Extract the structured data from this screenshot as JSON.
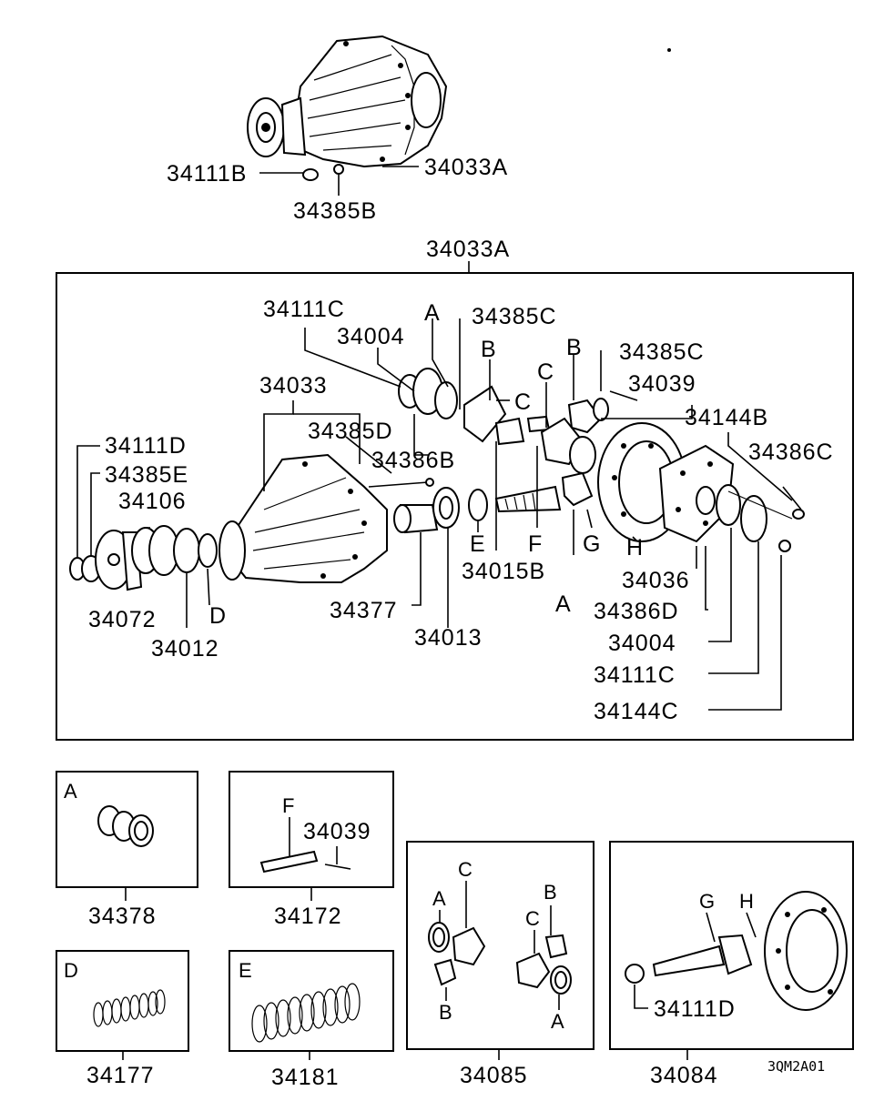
{
  "diagram_code": "3QM2A01",
  "top_assembly": {
    "labels": [
      "34111B",
      "34385B",
      "34033A"
    ]
  },
  "main_frame": {
    "title": "34033A",
    "labels": {
      "p34111C_top": "34111C",
      "p34004_top": "34004",
      "A_top": "A",
      "p34385C_a": "34385C",
      "B_1": "B",
      "C_1": "C",
      "C_2": "C",
      "B_2": "B",
      "p34385C_b": "34385C",
      "p34039": "34039",
      "p34033": "34033",
      "p34385D": "34385D",
      "p34386B": "34386B",
      "p34144B": "34144B",
      "p34386C": "34386C",
      "p34111D": "34111D",
      "p34385E": "34385E",
      "p34106": "34106",
      "p34072": "34072",
      "D": "D",
      "p34012": "34012",
      "p34377": "34377",
      "p34013": "34013",
      "E": "E",
      "p34015B": "34015B",
      "F": "F",
      "A_low": "A",
      "G": "G",
      "H": "H",
      "p34036": "34036",
      "p34386D": "34386D",
      "p34004_r": "34004",
      "p34111C_r": "34111C",
      "p34144C": "34144C"
    }
  },
  "kits": [
    {
      "letter": "A",
      "part": "34378"
    },
    {
      "letter": "",
      "part": "34172",
      "sub_labels": [
        "F",
        "34039"
      ]
    },
    {
      "letter": "D",
      "part": "34177"
    },
    {
      "letter": "E",
      "part": "34181"
    },
    {
      "letter": "",
      "part": "34085",
      "sub_labels": [
        "C",
        "A",
        "B",
        "B",
        "C",
        "A"
      ]
    },
    {
      "letter": "",
      "part": "34084",
      "sub_labels": [
        "G",
        "H",
        "34111D"
      ]
    }
  ]
}
